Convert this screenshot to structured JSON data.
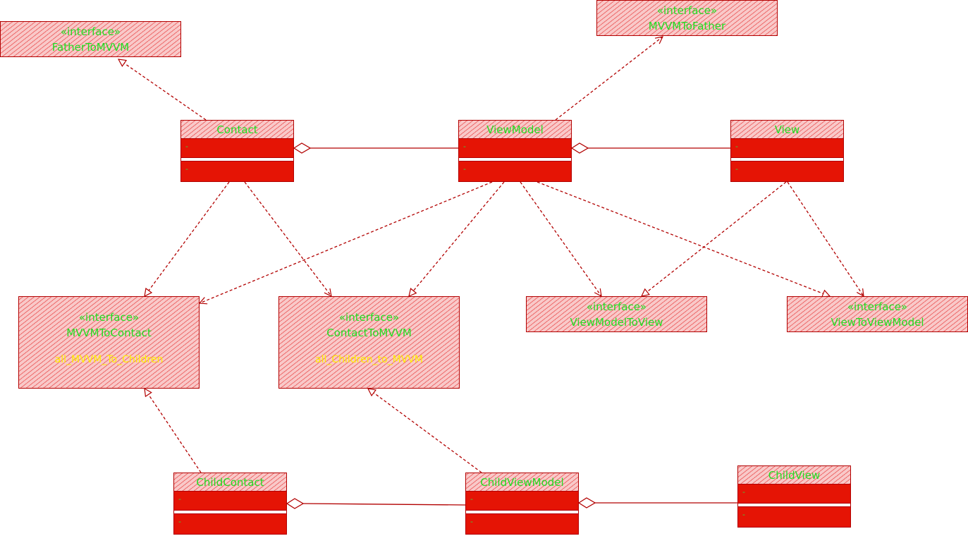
{
  "interfaces": {
    "father_to_mvvm": {
      "stereotype": "«interface»",
      "name": "FatherToMVVM"
    },
    "mvvm_to_father": {
      "stereotype": "«interface»",
      "name": "MVVMToFather"
    },
    "mvvm_to_contact": {
      "stereotype": "«interface»",
      "name": "MVVMToContact",
      "note": "all_MVVM_To_Children"
    },
    "contact_to_mvvm": {
      "stereotype": "«interface»",
      "name": "ContactToMVVM",
      "note": "all_Children_to_MVVM"
    },
    "viewmodel_to_view": {
      "stereotype": "«interface»",
      "name": "ViewModelToView"
    },
    "view_to_viewmodel": {
      "stereotype": "«interface»",
      "name": "ViewToViewModel"
    }
  },
  "classes": {
    "contact": {
      "name": "Contact",
      "attr": "-",
      "op": "-"
    },
    "viewmodel": {
      "name": "ViewModel",
      "attr": "-",
      "op": "-"
    },
    "view": {
      "name": "View",
      "attr": "-",
      "op": "-"
    },
    "child_contact": {
      "name": "ChildContact",
      "attr": "-",
      "op": "-"
    },
    "child_viewmodel": {
      "name": "ChildViewModel",
      "attr": "-",
      "op": "-"
    },
    "child_view": {
      "name": "ChildView",
      "attr": "-",
      "op": "-"
    }
  },
  "colors": {
    "line": "#b20000",
    "fill": "#e51405",
    "text": "#22dd22",
    "note": "#ffee00"
  }
}
